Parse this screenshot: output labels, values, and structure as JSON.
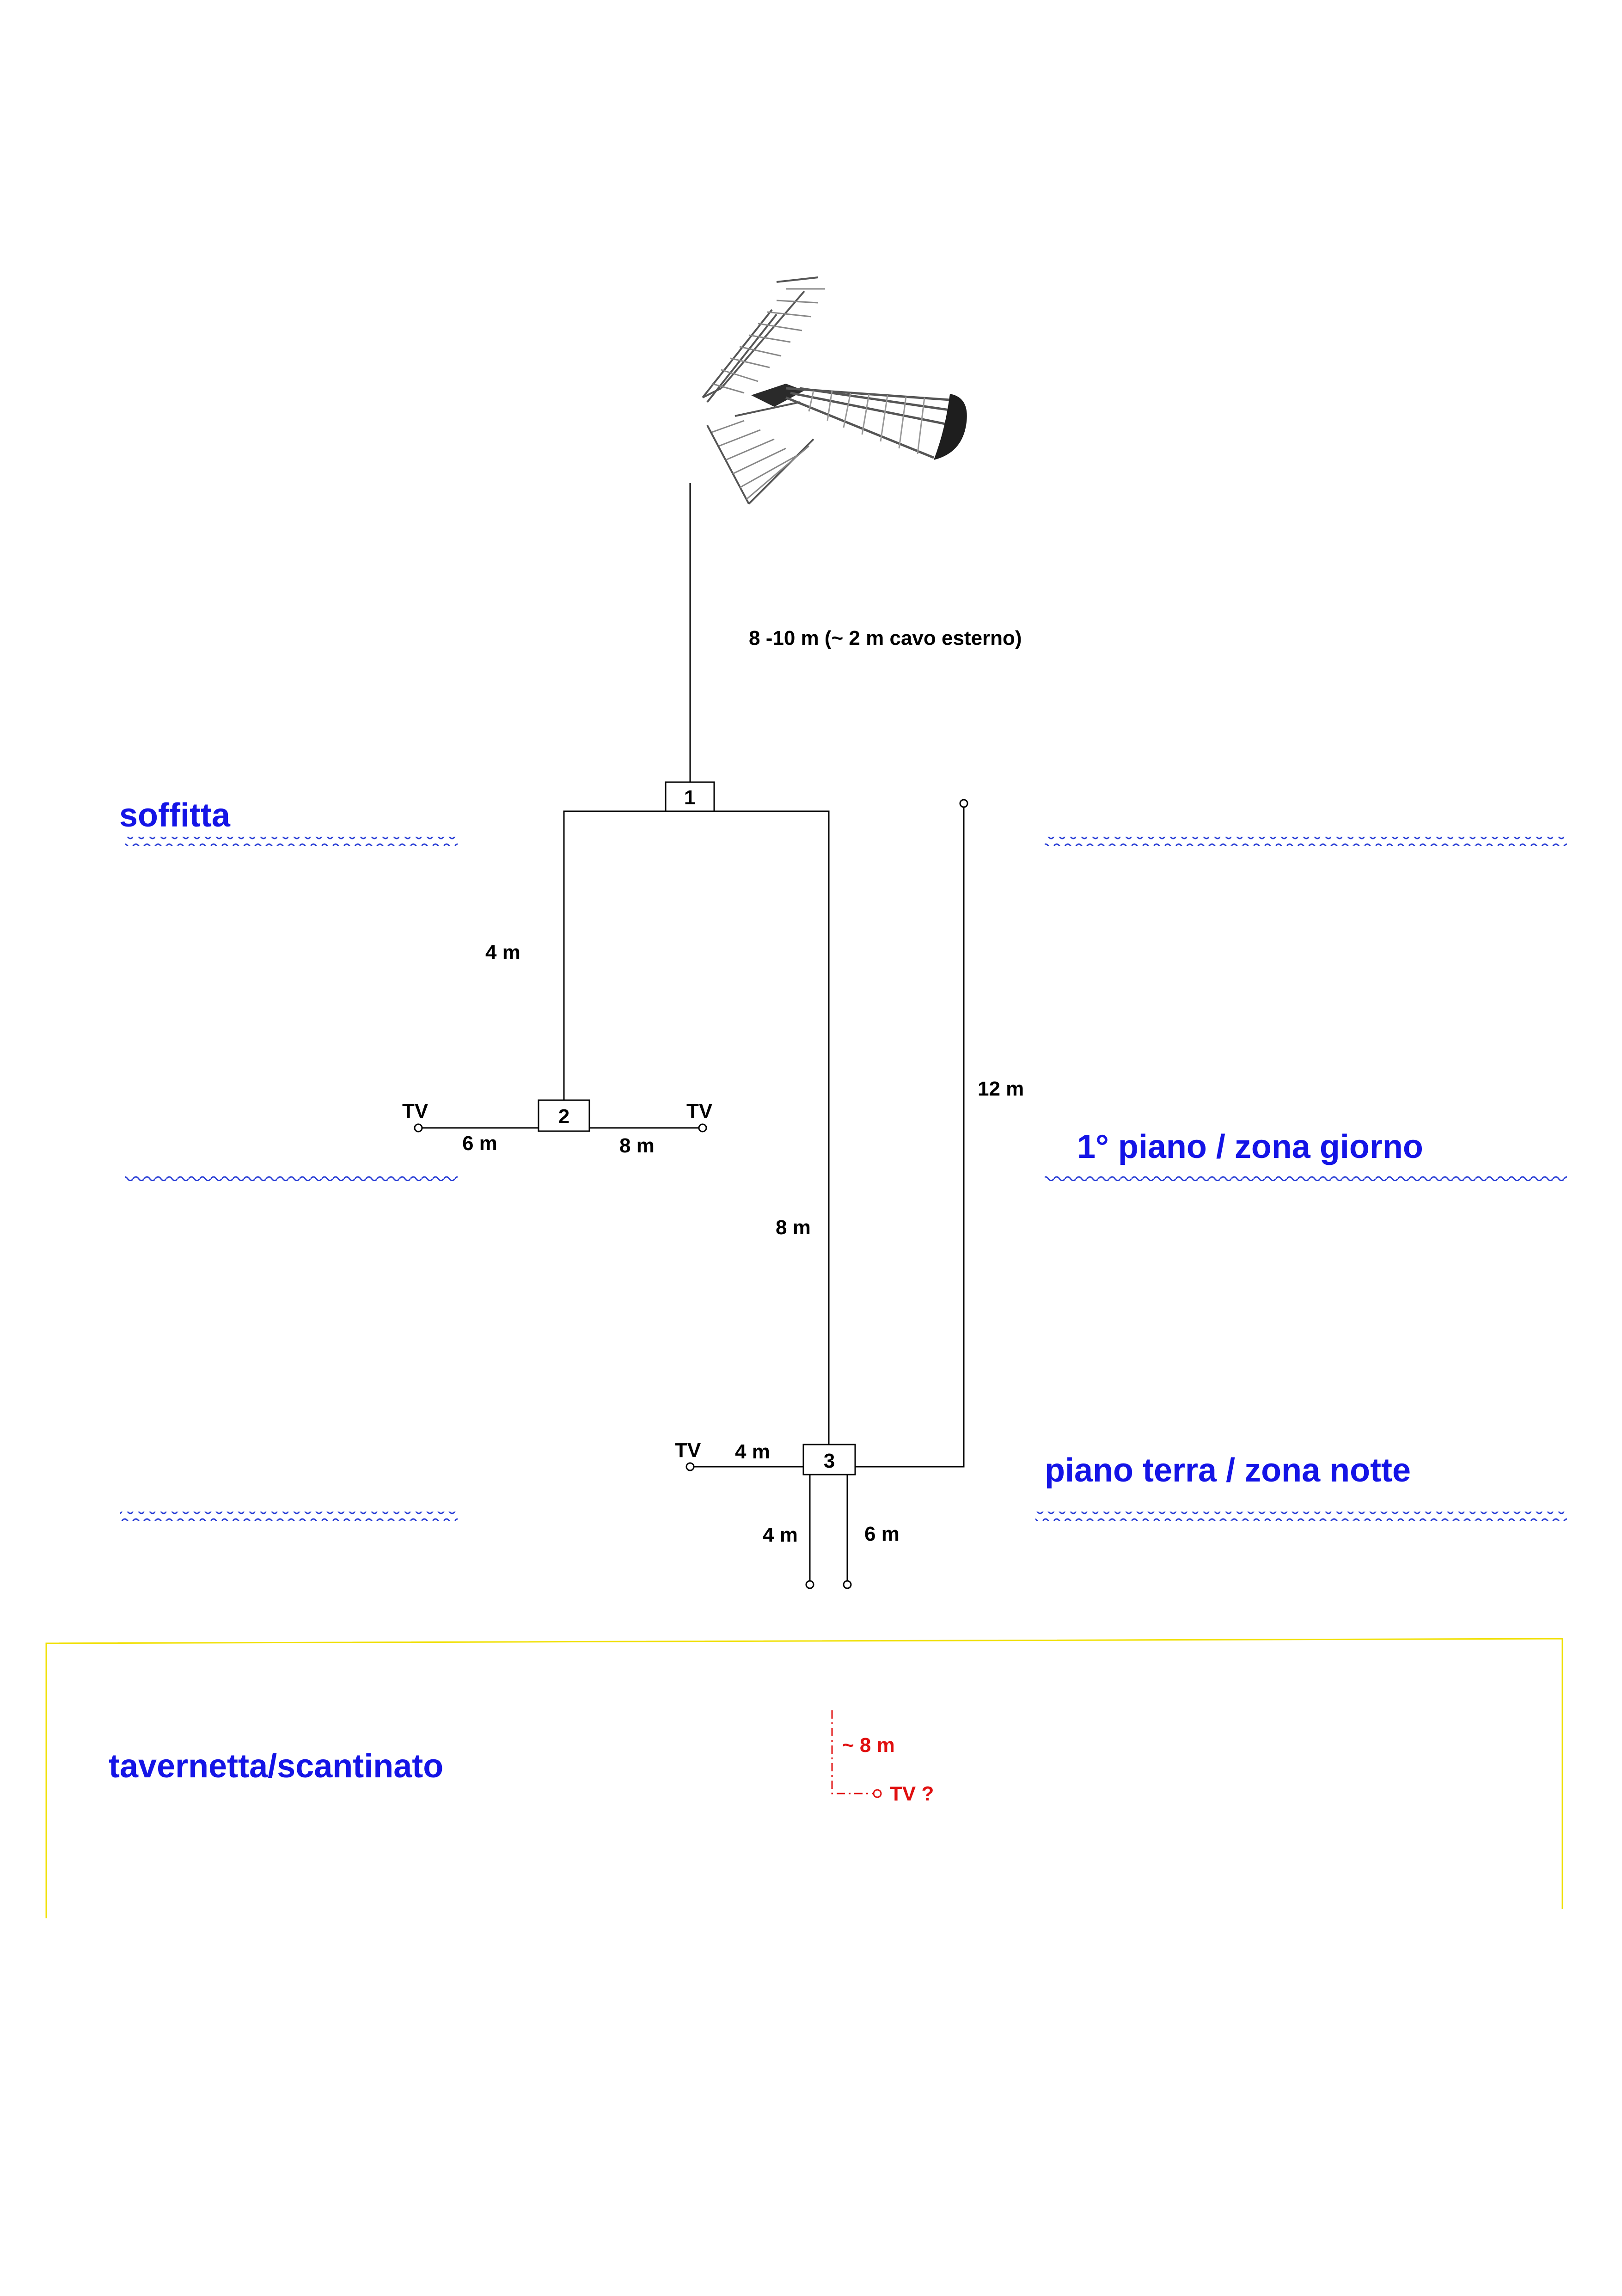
{
  "colors": {
    "floor_label": "#1414e6",
    "wave": "#2a3fd6",
    "wire": "#000000",
    "basement_frame": "#f0e000",
    "proposal": "#e01010"
  },
  "antenna": {
    "icon": "tv-antenna-icon"
  },
  "floors": {
    "attic": "soffitta",
    "first": "1° piano / zona giorno",
    "ground": "piano terra / zona notte",
    "basement": "tavernetta/scantinato"
  },
  "splitters": {
    "s1": "1",
    "s2": "2",
    "s3": "3"
  },
  "cables": {
    "antenna_down": "8 -10 m (~ 2 m cavo esterno)",
    "to_s2": "4 m",
    "s2_left": "6 m",
    "s2_right": "8 m",
    "to_s3": "8 m",
    "riser": "12 m",
    "s3_left": "4 m",
    "s3_down_left": "4 m",
    "s3_down_right": "6 m"
  },
  "outlets": {
    "tv_label": "TV"
  },
  "proposal": {
    "length": "~ 8 m",
    "outlet": "TV ?"
  }
}
